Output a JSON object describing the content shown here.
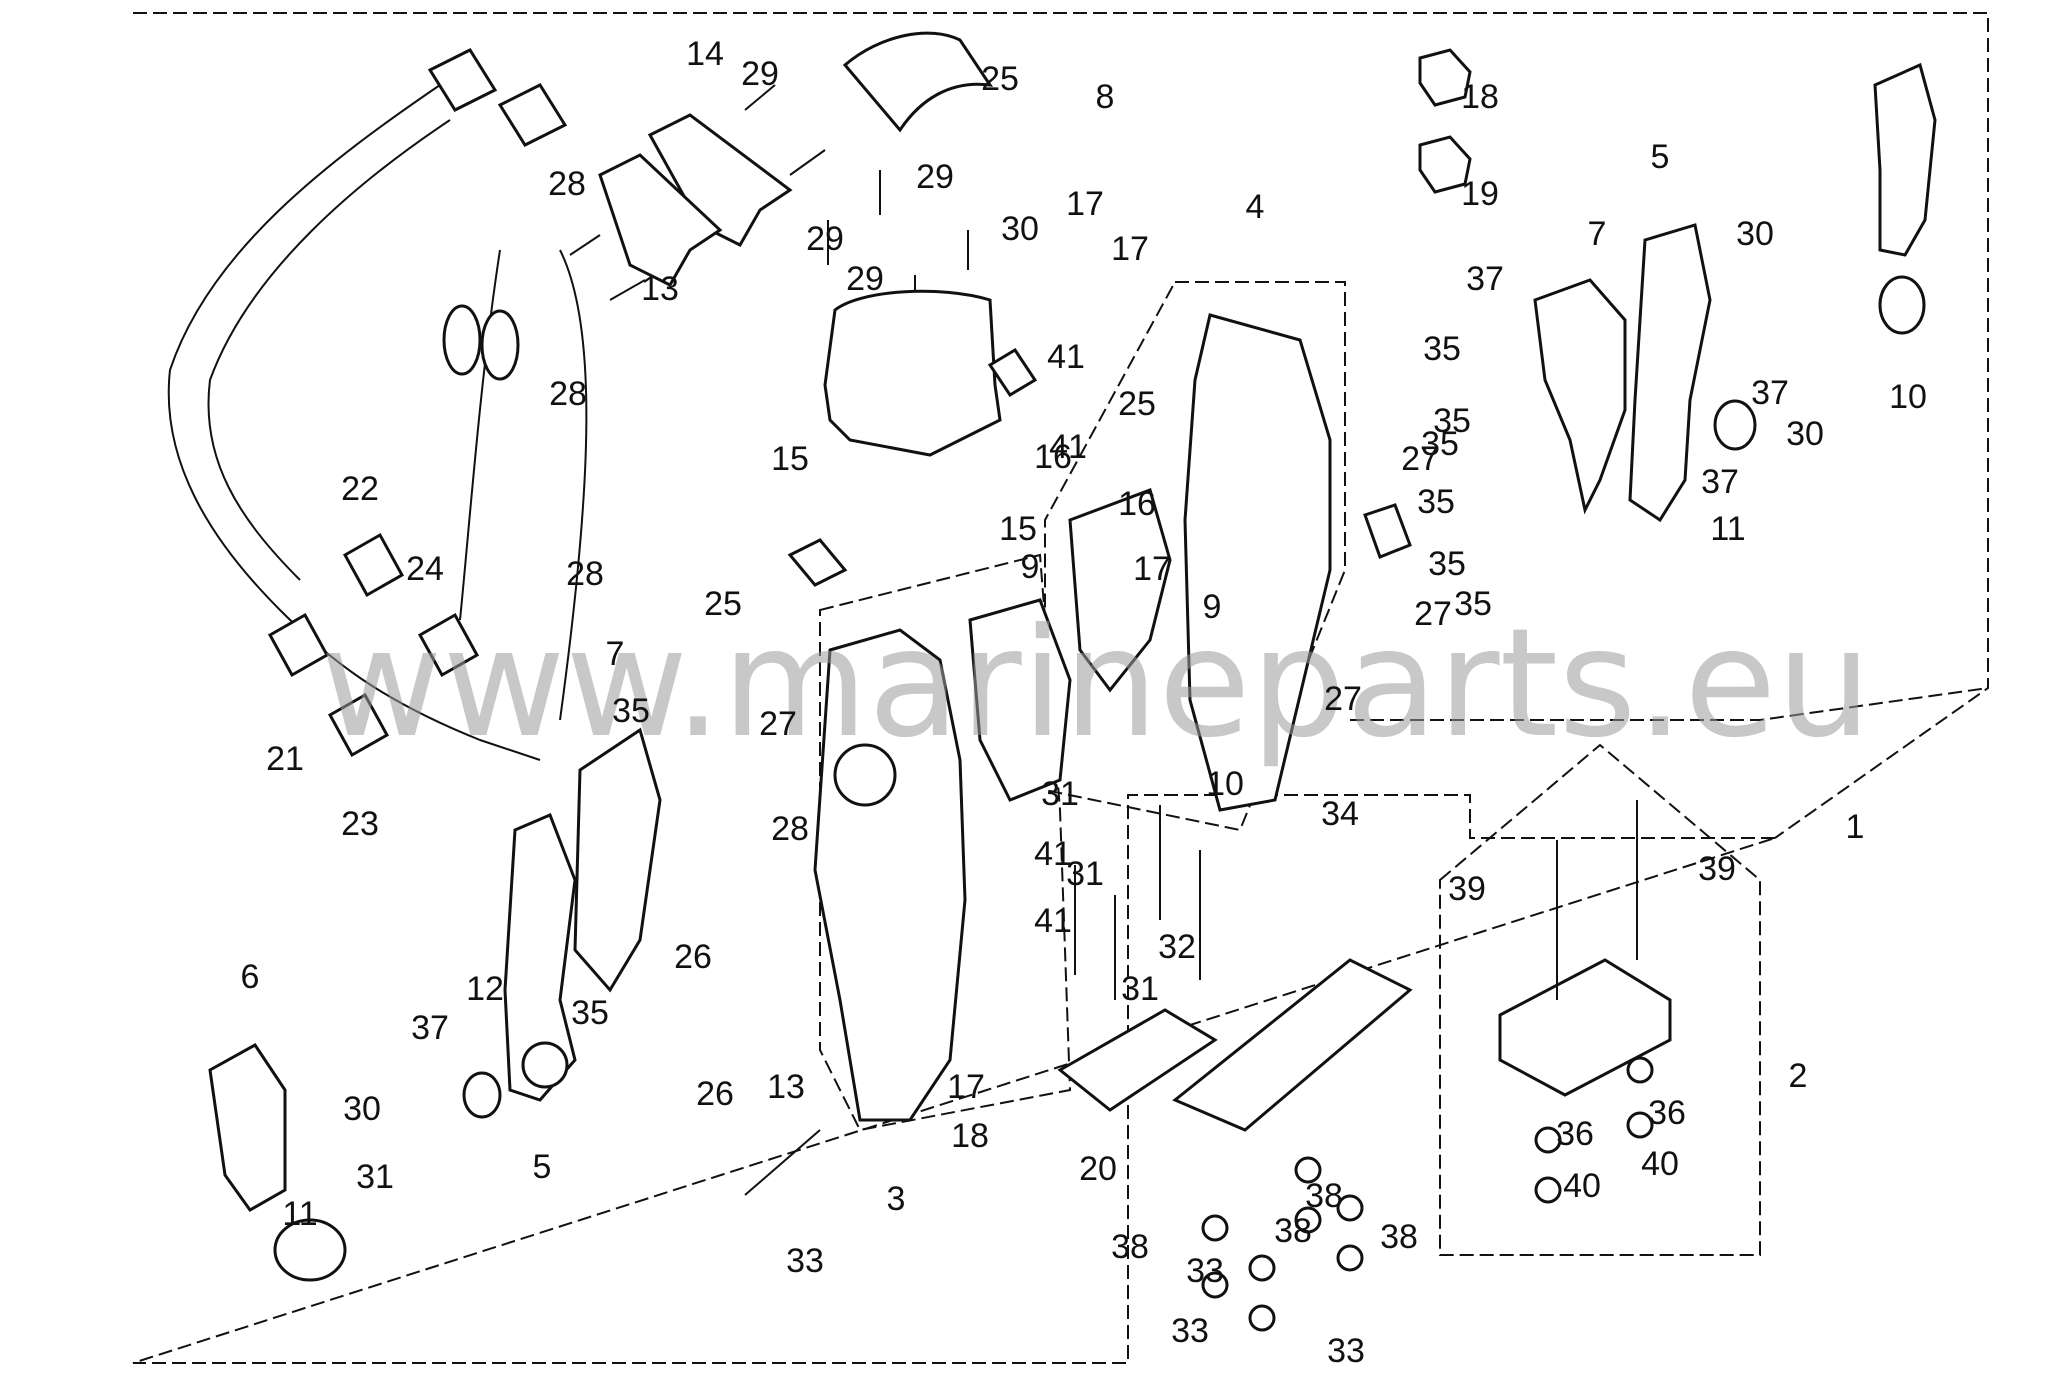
{
  "watermark": "www.marineparts.eu",
  "callouts": [
    "1",
    "2",
    "3",
    "4",
    "5",
    "5",
    "6",
    "7",
    "7",
    "8",
    "9",
    "9",
    "10",
    "10",
    "11",
    "11",
    "12",
    "13",
    "13",
    "14",
    "15",
    "15",
    "16",
    "16",
    "17",
    "17",
    "17",
    "17",
    "18",
    "18",
    "19",
    "20",
    "21",
    "22",
    "23",
    "24",
    "25",
    "25",
    "25",
    "26",
    "26",
    "27",
    "27",
    "27",
    "27",
    "28",
    "28",
    "28",
    "28",
    "29",
    "29",
    "29",
    "29",
    "30",
    "30",
    "30",
    "30",
    "31",
    "31",
    "31",
    "31",
    "32",
    "33",
    "33",
    "33",
    "33",
    "34",
    "35",
    "35",
    "35",
    "35",
    "35",
    "35",
    "35",
    "35",
    "36",
    "36",
    "37",
    "37",
    "37",
    "37",
    "38",
    "38",
    "38",
    "38",
    "39",
    "39",
    "40",
    "40",
    "41",
    "41",
    "41",
    "41"
  ]
}
